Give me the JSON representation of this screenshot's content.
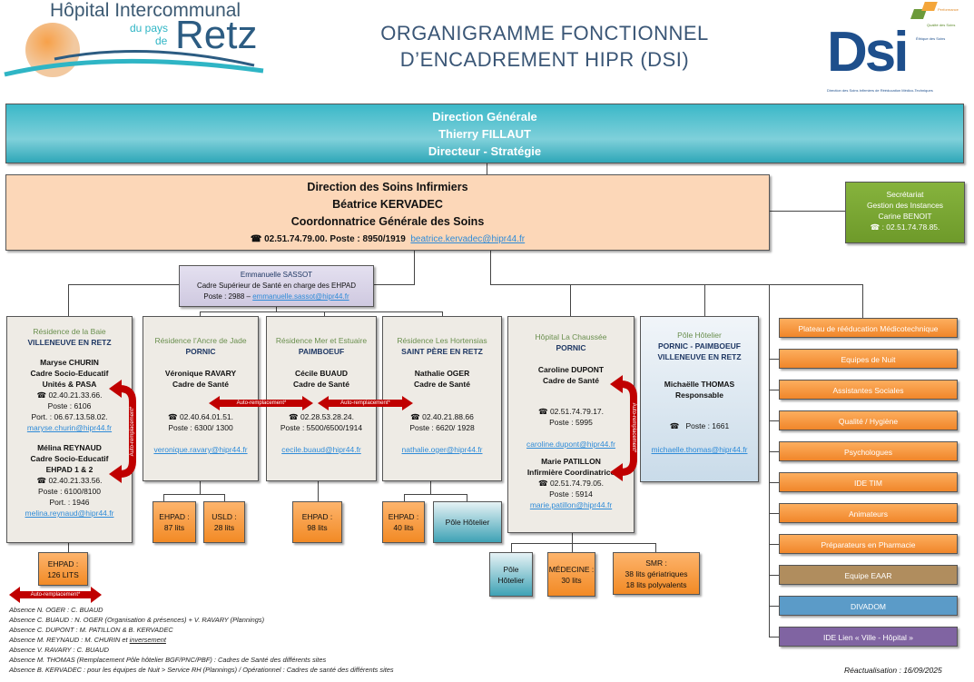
{
  "header": {
    "logo": {
      "line1": "Hôpital Intercommunal",
      "line2": "du pays",
      "line3": "de",
      "line4": "Retz"
    },
    "title_line1": "ORGANIGRAMME  FONCTIONNEL",
    "title_line2": "D’ENCADREMENT  HIPR  (DSI)",
    "dsi_logo": {
      "text": "Dsi",
      "tag1": "Performance",
      "tag2": "Qualité des Soins",
      "tag3": "Éthique des Soins",
      "caption": "Direction des Soins Infirmiers de Rééducation Médico-Techniques"
    }
  },
  "direction_generale": {
    "l1": "Direction Générale",
    "l2": "Thierry FILLAUT",
    "l3": "Directeur - Stratégie"
  },
  "dsi": {
    "l1": "Direction des Soins Infirmiers",
    "l2": "Béatrice KERVADEC",
    "l3": "Coordonnatrice Générale des Soins",
    "phone": "02.51.74.79.00. Poste : 8950/1919",
    "email": "beatrice.kervadec@hipr44.fr"
  },
  "secretariat": {
    "l1": "Secrétariat",
    "l2": "Gestion des Instances",
    "l3": "Carine BENOIT",
    "phone": ": 02.51.74.78.85."
  },
  "sassot": {
    "name": "Emmanuelle SASSOT",
    "role": "Cadre Supérieur de Santé en charge des EHPAD",
    "poste": "Poste : 2988 –",
    "email": "emmanuelle.sassot@hipr44.fr"
  },
  "baie": {
    "site": "Résidence de la Baie",
    "city": "VILLENEUVE EN  RETZ",
    "p1": {
      "name": "Maryse CHURIN",
      "role": "Cadre Socio-Educatif",
      "unit": "Unités & PASA",
      "phone": "02.40.21.33.66.",
      "poste": "Poste : 6106",
      "port": "Port. : 06.67.13.58.02.",
      "email": "maryse.churin@hipr44.fr"
    },
    "p2": {
      "name": "Mélina REYNAUD",
      "role": "Cadre Socio-Educatif",
      "unit": "EHPAD 1 & 2",
      "phone": "02.40.21.33.56.",
      "poste": "Poste : 6100/8100",
      "port": "Port. :  1946",
      "email": "melina.reynaud@hipr44.fr"
    },
    "sub": [
      "EHPAD :",
      "126 LITS"
    ]
  },
  "ancre": {
    "site": "Résidence l’Ancre de Jade",
    "city": "PORNIC",
    "name": "Véronique RAVARY",
    "role": "Cadre de Santé",
    "phone": "02.40.64.01.51.",
    "poste": "Poste : 6300/ 1300",
    "email": "veronique.ravary@hipr44.fr",
    "sub1": [
      "EHPAD :",
      "87 lits"
    ],
    "sub2": [
      "USLD :",
      "28 lits"
    ]
  },
  "mer": {
    "site": "Résidence Mer et Estuaire",
    "city": "PAIMBOEUF",
    "name": "Cécile BUAUD",
    "role": "Cadre de Santé",
    "phone": "02.28.53.28.24.",
    "poste": "Poste : 5500/6500/1914",
    "email": "cecile.buaud@hipr44.fr",
    "sub1": [
      "EHPAD :",
      "98 lits"
    ]
  },
  "hortensias": {
    "site": "Résidence Les Hortensias",
    "city": "SAINT PÈRE EN RETZ",
    "name": "Nathalie OGER",
    "role": "Cadre de Santé",
    "phone": "02.40.21.88.66",
    "poste": "Poste : 6620/ 1928",
    "email": "nathalie.oger@hipr44.fr",
    "sub1": [
      "EHPAD :",
      "40 lits"
    ],
    "sub2": "Pôle  Hôtelier"
  },
  "chaussee": {
    "site": "Hôpital La Chaussée",
    "city": "PORNIC",
    "p1": {
      "name": "Caroline DUPONT",
      "role": "Cadre de Santé",
      "phone": "02.51.74.79.17.",
      "poste": "Poste : 5995",
      "email": "caroline.dupont@hipr44.fr"
    },
    "p2": {
      "name": "Marie PATILLON",
      "role": "Infirmière Coordinatrice",
      "phone": "02.51.74.79.05.",
      "poste": "Poste : 5914",
      "email": "marie.patillon@hipr44.fr"
    },
    "sub1": [
      "Pôle",
      "Hôtelier"
    ],
    "sub2": [
      "MÉDECINE :",
      "30 lits"
    ],
    "sub3": [
      "SMR :",
      "38 lits gériatriques",
      "18 lits polyvalents"
    ]
  },
  "pole_hotelier": {
    "site": "Pôle Hôtelier",
    "city1": "PORNIC - PAIMBOEUF",
    "city2": "VILLENEUVE EN RETZ",
    "name": "Michaëlle THOMAS",
    "role": "Responsable",
    "poste": "Poste : 1661",
    "email": "michaelle.thomas@hipr44.fr"
  },
  "auto_label": "Auto-remplacement*",
  "services": [
    {
      "label": "Plateau de rééducation Médicotechnique",
      "color": "orange"
    },
    {
      "label": "Equipes de Nuit",
      "color": "orange"
    },
    {
      "label": "Assistantes Sociales",
      "color": "orange"
    },
    {
      "label": "Qualité / Hygiène",
      "color": "orange"
    },
    {
      "label": "Psychologues",
      "color": "orange"
    },
    {
      "label": "IDE TIM",
      "color": "orange"
    },
    {
      "label": "Animateurs",
      "color": "orange"
    },
    {
      "label": "Préparateurs en Pharmacie",
      "color": "orange"
    },
    {
      "label": "Equipe EAAR",
      "color": "#b08d5e"
    },
    {
      "label": "DIVADOM",
      "color": "#5b9bc8"
    },
    {
      "label": "IDE Lien « Ville - Hôpital »",
      "color": "#8064a2"
    }
  ],
  "footnotes": [
    "Absence N. OGER : C. BUAUD",
    "Absence C. BUAUD : N. OGER (Organisation & présences) + V. RAVARY (Plannings)",
    "Absence C. DUPONT : M. PATILLON & B. KERVADEC",
    "Absence M. REYNAUD : M. CHURIN et ",
    "Absence V. RAVARY : C. BUAUD",
    "Absence M. THOMAS (Remplacement Pôle hôtelier BGF/PNC/PBF) : Cadres de Santé des différents sites",
    "Absence B. KERVADEC : pour les équipes de Nuit > Service RH (Plannings) / Opérationnel : Cadres de santé des différents sites"
  ],
  "footnote_underlined": "inversement",
  "update": "Réactualisation : 16/09/2025",
  "phone_icon": "☎"
}
